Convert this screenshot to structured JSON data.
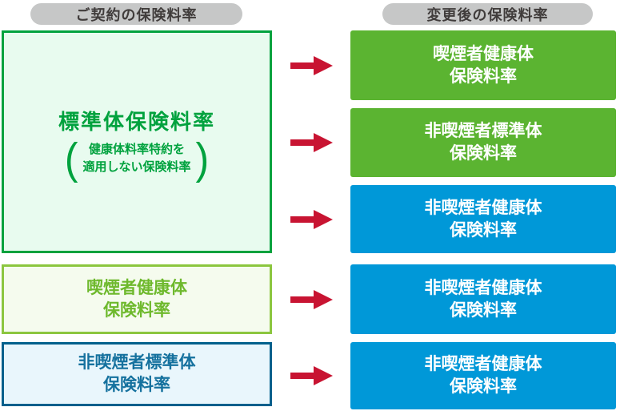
{
  "badges": {
    "left": "ご契約の保険料率",
    "right": "変更後の保険料率"
  },
  "left_column": {
    "standard_box": {
      "title": "標準体保険料率",
      "note_open_paren": "(",
      "note_line1": "健康体料率特約を",
      "note_line2": "適用しない保険料率",
      "note_close_paren": ")"
    },
    "smoker_box": {
      "line1": "喫煙者健康体",
      "line2": "保険料率"
    },
    "nonsmoker_box": {
      "line1": "非喫煙者標準体",
      "line2": "保険料率"
    }
  },
  "right_column": {
    "boxes": [
      {
        "line1": "喫煙者健康体",
        "line2": "保険料率",
        "color": "green"
      },
      {
        "line1": "非喫煙者標準体",
        "line2": "保険料率",
        "color": "green"
      },
      {
        "line1": "非喫煙者健康体",
        "line2": "保険料率",
        "color": "blue"
      },
      {
        "line1": "非喫煙者健康体",
        "line2": "保険料率",
        "color": "blue"
      },
      {
        "line1": "非喫煙者健康体",
        "line2": "保険料率",
        "color": "blue"
      }
    ]
  },
  "icons": {
    "arrow": "right-arrow-icon"
  },
  "colors": {
    "badge_bg": "#c6c7c7",
    "badge_text": "#403c3b",
    "standard_border": "#00a23e",
    "standard_bg": "#e8fbef",
    "standard_text": "#00a23e",
    "smoker_border": "#8cc63f",
    "smoker_bg": "#f5fbee",
    "smoker_text": "#6eb92d",
    "nonsmoker_border": "#00608c",
    "nonsmoker_bg": "#e9f6fc",
    "nonsmoker_text": "#15719e",
    "right_green": "#5bb431",
    "right_blue": "#0098d8",
    "arrow_red": "#c81432",
    "right_text": "#ffffff"
  }
}
